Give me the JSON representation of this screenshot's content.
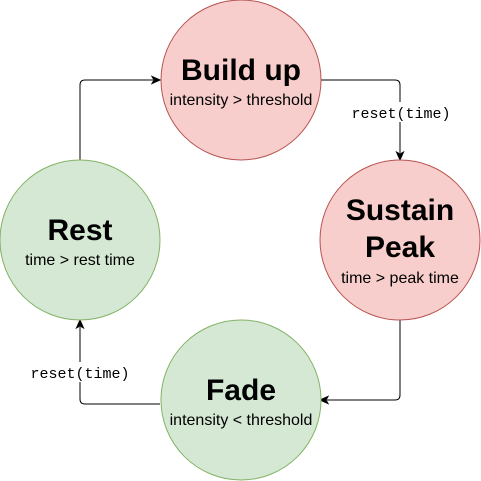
{
  "colors": {
    "active_fill": "#f8cecc",
    "active_stroke": "#b85450",
    "idle_fill": "#d5e8d4",
    "idle_stroke": "#82b366",
    "edge": "#000000"
  },
  "states": {
    "build_up": {
      "title": "Build up",
      "condition": "intensity > threshold"
    },
    "sustain_peak": {
      "title_line1": "Sustain",
      "title_line2": "Peak",
      "condition": "time > peak time"
    },
    "fade": {
      "title": "Fade",
      "condition": "intensity < threshold"
    },
    "rest": {
      "title": "Rest",
      "condition": "time > rest time"
    }
  },
  "transitions": {
    "build_to_sustain": "reset(time)",
    "fade_to_rest": "reset(time)"
  }
}
